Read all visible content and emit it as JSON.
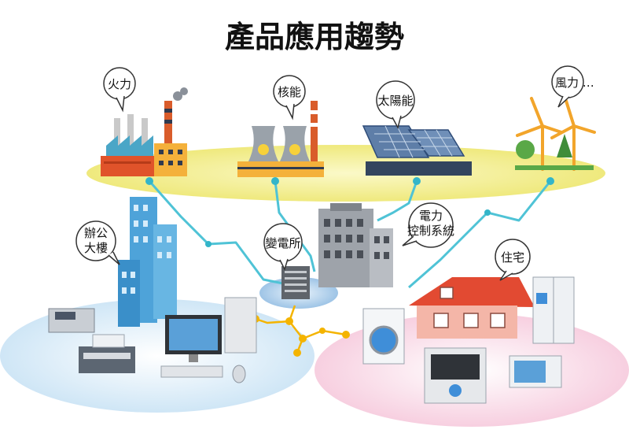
{
  "title": "產品應用趨勢",
  "sources": {
    "thermal": "火力",
    "nuclear": "核能",
    "solar": "太陽能",
    "wind": "風力 …"
  },
  "nodes": {
    "substation": "變電所",
    "office_line1": "辦公",
    "office_line2": "大樓",
    "control_line1": "電力",
    "control_line2": "控制系統",
    "residence": "住宅"
  },
  "colors": {
    "line": "#4fc3d6",
    "node": "#33b5c9",
    "power_band": "#f2ef9a",
    "office_zone": "#d8ecf8",
    "home_zone": "#f9dbe6",
    "grid_junction": "#f4b400"
  }
}
